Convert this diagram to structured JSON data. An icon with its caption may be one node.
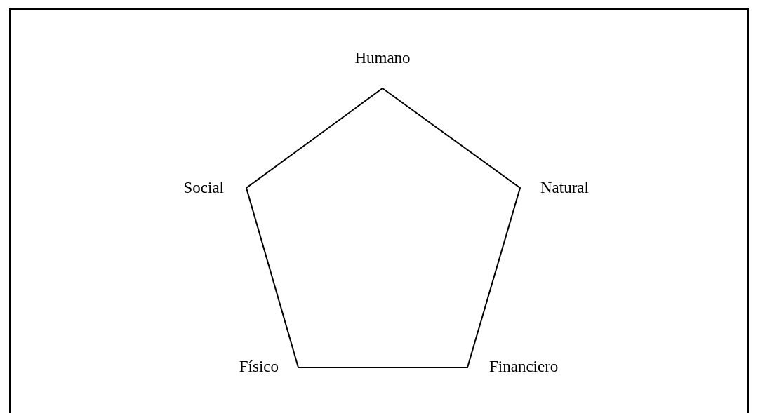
{
  "diagram": {
    "nodes": [
      {
        "text": [],
        "shape": "pentagon",
        "beside": [
          "Humano",
          "Natural",
          "Financiero",
          "Físico",
          "Social"
        ]
      }
    ]
  }
}
